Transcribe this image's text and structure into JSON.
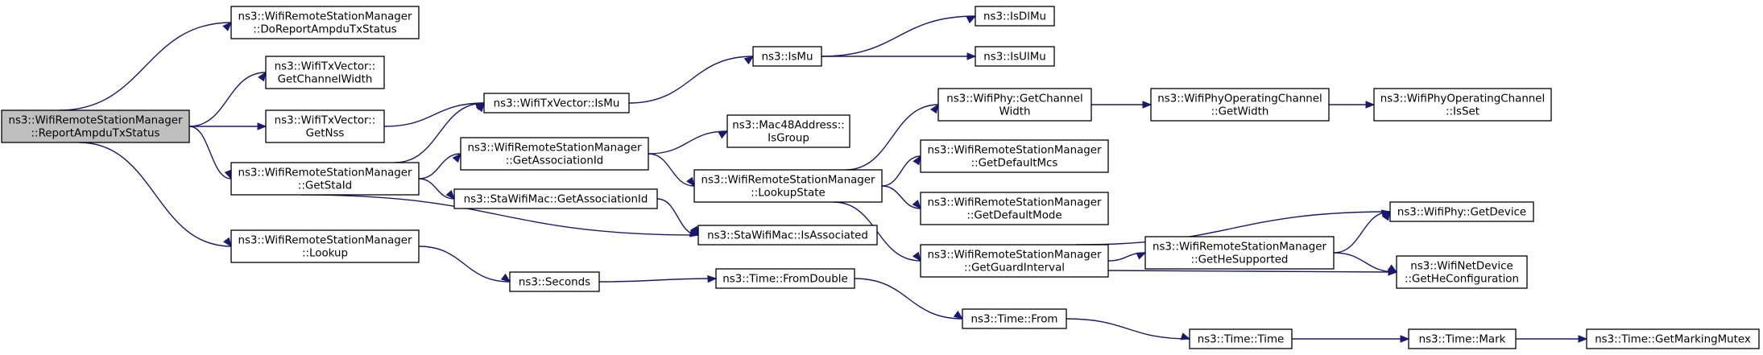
{
  "colors": {
    "edge": "#191970",
    "root_fill": "#bfbfbf",
    "node_fill": "#ffffff",
    "node_stroke": "#000000"
  },
  "nodes": [
    {
      "id": "n_report",
      "lines": [
        "ns3::WifiRemoteStationManager",
        "::ReportAmpduTxStatus"
      ]
    },
    {
      "id": "n_doreport",
      "lines": [
        "ns3::WifiRemoteStationManager",
        "::DoReportAmpduTxStatus"
      ]
    },
    {
      "id": "n_chwidth",
      "lines": [
        "ns3::WifiTxVector::",
        "GetChannelWidth"
      ]
    },
    {
      "id": "n_getnss",
      "lines": [
        "ns3::WifiTxVector::",
        "GetNss"
      ]
    },
    {
      "id": "n_getstaid",
      "lines": [
        "ns3::WifiRemoteStationManager",
        "::GetStaId"
      ]
    },
    {
      "id": "n_lookup",
      "lines": [
        "ns3::WifiRemoteStationManager",
        "::Lookup"
      ]
    },
    {
      "id": "n_ismu_vec",
      "lines": [
        "ns3::WifiTxVector::IsMu"
      ]
    },
    {
      "id": "n_getassoc",
      "lines": [
        "ns3::WifiRemoteStationManager",
        "::GetAssociationId"
      ]
    },
    {
      "id": "n_sta_getassoc",
      "lines": [
        "ns3::StaWifiMac::GetAssociationId"
      ]
    },
    {
      "id": "n_seconds",
      "lines": [
        "ns3::Seconds"
      ]
    },
    {
      "id": "n_ismu",
      "lines": [
        "ns3::IsMu"
      ]
    },
    {
      "id": "n_isgroup",
      "lines": [
        "ns3::Mac48Address::",
        "IsGroup"
      ]
    },
    {
      "id": "n_lookupstate",
      "lines": [
        "ns3::WifiRemoteStationManager",
        "::LookupState"
      ]
    },
    {
      "id": "n_isassociated",
      "lines": [
        "ns3::StaWifiMac::IsAssociated"
      ]
    },
    {
      "id": "n_fromdouble",
      "lines": [
        "ns3::Time::FromDouble"
      ]
    },
    {
      "id": "n_isdlmu",
      "lines": [
        "ns3::IsDlMu"
      ]
    },
    {
      "id": "n_isulmu",
      "lines": [
        "ns3::IsUlMu"
      ]
    },
    {
      "id": "n_phy_chwidth",
      "lines": [
        "ns3::WifiPhy::GetChannel",
        "Width"
      ]
    },
    {
      "id": "n_defmcs",
      "lines": [
        "ns3::WifiRemoteStationManager",
        "::GetDefaultMcs"
      ]
    },
    {
      "id": "n_defmode",
      "lines": [
        "ns3::WifiRemoteStationManager",
        "::GetDefaultMode"
      ]
    },
    {
      "id": "n_guard",
      "lines": [
        "ns3::WifiRemoteStationManager",
        "::GetGuardInterval"
      ]
    },
    {
      "id": "n_from",
      "lines": [
        "ns3::Time::From"
      ]
    },
    {
      "id": "n_opch_width",
      "lines": [
        "ns3::WifiPhyOperatingChannel",
        "::GetWidth"
      ]
    },
    {
      "id": "n_hesupported",
      "lines": [
        "ns3::WifiRemoteStationManager",
        "::GetHeSupported"
      ]
    },
    {
      "id": "n_time",
      "lines": [
        "ns3::Time::Time"
      ]
    },
    {
      "id": "n_opch_isset",
      "lines": [
        "ns3::WifiPhyOperatingChannel",
        "::IsSet"
      ]
    },
    {
      "id": "n_getdevice",
      "lines": [
        "ns3::WifiPhy::GetDevice"
      ]
    },
    {
      "id": "n_heconfig",
      "lines": [
        "ns3::WifiNetDevice",
        "::GetHeConfiguration"
      ]
    },
    {
      "id": "n_mark",
      "lines": [
        "ns3::Time::Mark"
      ]
    },
    {
      "id": "n_mutex",
      "lines": [
        "ns3::Time::GetMarkingMutex"
      ]
    }
  ],
  "edges": [
    [
      "n_report",
      "n_doreport"
    ],
    [
      "n_report",
      "n_chwidth"
    ],
    [
      "n_report",
      "n_getnss"
    ],
    [
      "n_report",
      "n_getstaid"
    ],
    [
      "n_report",
      "n_lookup"
    ],
    [
      "n_getnss",
      "n_ismu_vec"
    ],
    [
      "n_getstaid",
      "n_ismu_vec"
    ],
    [
      "n_getstaid",
      "n_getassoc"
    ],
    [
      "n_getstaid",
      "n_sta_getassoc"
    ],
    [
      "n_getstaid",
      "n_isassociated"
    ],
    [
      "n_lookup",
      "n_seconds"
    ],
    [
      "n_ismu_vec",
      "n_ismu"
    ],
    [
      "n_getassoc",
      "n_isgroup"
    ],
    [
      "n_getassoc",
      "n_lookupstate"
    ],
    [
      "n_sta_getassoc",
      "n_isassociated"
    ],
    [
      "n_seconds",
      "n_fromdouble"
    ],
    [
      "n_ismu",
      "n_isdlmu"
    ],
    [
      "n_ismu",
      "n_isulmu"
    ],
    [
      "n_lookupstate",
      "n_phy_chwidth"
    ],
    [
      "n_lookupstate",
      "n_defmcs"
    ],
    [
      "n_lookupstate",
      "n_defmode"
    ],
    [
      "n_lookupstate",
      "n_guard"
    ],
    [
      "n_fromdouble",
      "n_from"
    ],
    [
      "n_phy_chwidth",
      "n_opch_width"
    ],
    [
      "n_guard",
      "n_getdevice"
    ],
    [
      "n_guard",
      "n_hesupported"
    ],
    [
      "n_guard",
      "n_heconfig"
    ],
    [
      "n_from",
      "n_time"
    ],
    [
      "n_opch_width",
      "n_opch_isset"
    ],
    [
      "n_hesupported",
      "n_getdevice"
    ],
    [
      "n_hesupported",
      "n_heconfig"
    ],
    [
      "n_time",
      "n_mark"
    ],
    [
      "n_mark",
      "n_mutex"
    ]
  ]
}
